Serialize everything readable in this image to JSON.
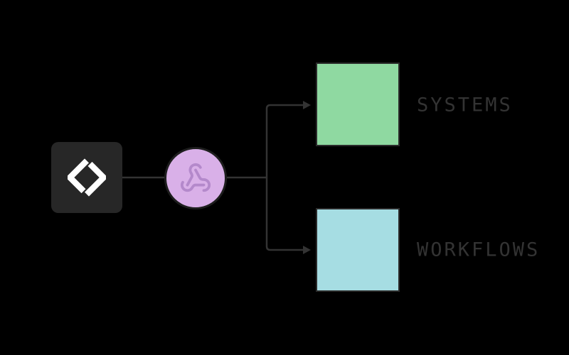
{
  "canvas": {
    "background": "#000000"
  },
  "nodes": {
    "source": {
      "icon": "code-diamond-icon",
      "fill": "#272727",
      "icon_color": "#ffffff"
    },
    "hub": {
      "icon": "webhook-icon",
      "fill": "#d9b0e8",
      "border": "#1e1e1e",
      "icon_color": "#b489cb"
    }
  },
  "targets": [
    {
      "id": "systems",
      "label": "SYSTEMS",
      "fill": "#8fd9a1",
      "border": "#2b2b2b"
    },
    {
      "id": "workflows",
      "label": "WORKFLOWS",
      "fill": "#a6dde3",
      "border": "#2b2b2b"
    }
  ],
  "edges": [
    {
      "from": "source",
      "to": "hub"
    },
    {
      "from": "hub",
      "to": "systems",
      "arrow": true
    },
    {
      "from": "hub",
      "to": "workflows",
      "arrow": true
    }
  ],
  "connectors": {
    "color": "#333333"
  },
  "labels": {
    "color": "#333333"
  }
}
